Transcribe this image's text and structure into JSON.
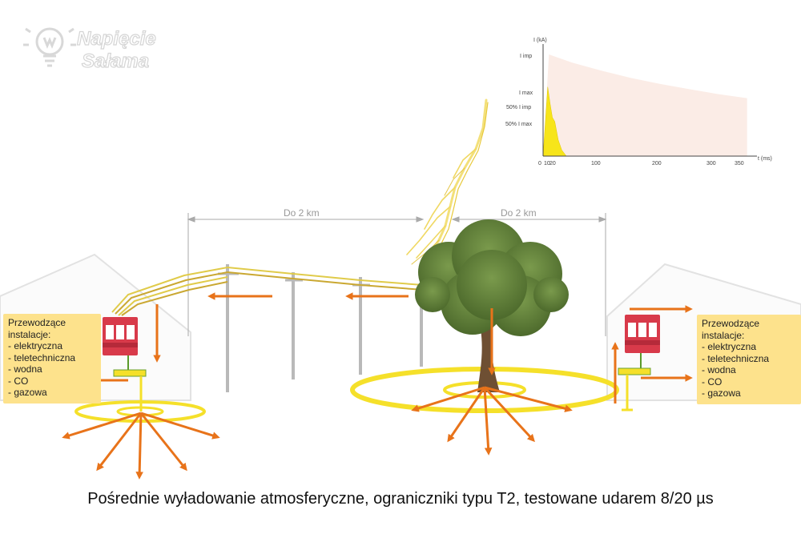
{
  "logo": {
    "line1": "Napięcie",
    "line2": "Sałama"
  },
  "distance_left": "Do 2 km",
  "distance_right": "Do 2 km",
  "info_left": {
    "header_line1": "Przewodzące",
    "header_line2": "instalacje:",
    "items": [
      "- elektryczna",
      "- teletechniczna",
      "- wodna",
      "- CO",
      "- gazowa"
    ]
  },
  "info_right": {
    "header_line1": "Przewodzące",
    "header_line2": "instalacje:",
    "items": [
      "- elektryczna",
      "- teletechniczna",
      "- wodna",
      "- CO",
      "- gazowa"
    ]
  },
  "caption": "Pośrednie wyładowanie atmosferyczne, ograniczniki typu T2, testowane udarem 8/20 µs",
  "chart_data": {
    "type": "area",
    "xlabel": "t (ms)",
    "ylabel": "I (kA)",
    "x_ticks": [
      "0",
      "10",
      "20",
      "100",
      "200",
      "300",
      "350"
    ],
    "y_tick_labels": [
      "I imp",
      "I max",
      "50% I imp",
      "50% I max"
    ],
    "series": [
      {
        "shape": "10/350 impulse",
        "x": [
          0,
          10,
          50,
          100,
          150,
          200,
          250,
          300,
          350
        ],
        "y": [
          0,
          1.0,
          0.92,
          0.84,
          0.77,
          0.71,
          0.66,
          0.61,
          0.57
        ],
        "color": "#fbece6"
      },
      {
        "shape": "8/20 impulse",
        "x": [
          0,
          8,
          12,
          16,
          20,
          26,
          32,
          40
        ],
        "y": [
          0,
          0.68,
          0.52,
          0.38,
          0.34,
          0.16,
          0.06,
          0.0
        ],
        "color": "#f7e51a"
      }
    ],
    "xlim": [
      0,
      360
    ],
    "ylim": [
      0,
      1.05
    ]
  },
  "colors": {
    "arrow": "#e8731a",
    "yellow": "#f5e02a",
    "spd_red": "#d83a4a",
    "tree": "#5c7a34",
    "trunk": "#6e4f33",
    "box": "#fde28c"
  }
}
